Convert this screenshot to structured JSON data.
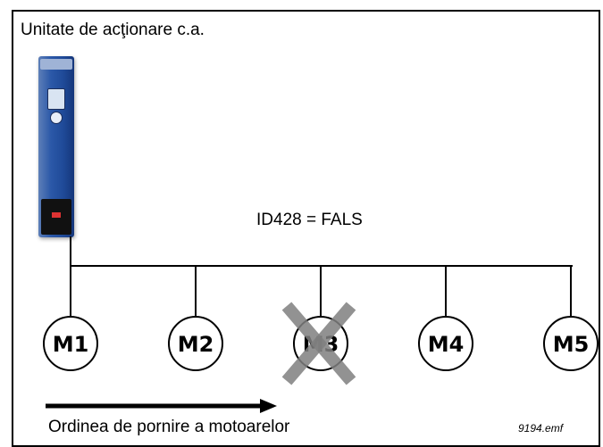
{
  "title": "Unitate de acţionare c.a.",
  "parameter_label": "ID428 = FALS",
  "motors": [
    {
      "label": "M1",
      "crossed_out": false
    },
    {
      "label": "M2",
      "crossed_out": false
    },
    {
      "label": "M3",
      "crossed_out": true
    },
    {
      "label": "M4",
      "crossed_out": false
    },
    {
      "label": "M5",
      "crossed_out": false
    }
  ],
  "start_order_label": "Ordinea de pornire a motoarelor",
  "file_reference": "9194.emf",
  "colors": {
    "line": "#000000",
    "cross": "#808080",
    "drive_blue": "#2b58a8"
  },
  "icons": {
    "drive": "ac-drive-unit-icon",
    "cross": "x-cross-icon",
    "arrow": "right-arrow-icon"
  }
}
